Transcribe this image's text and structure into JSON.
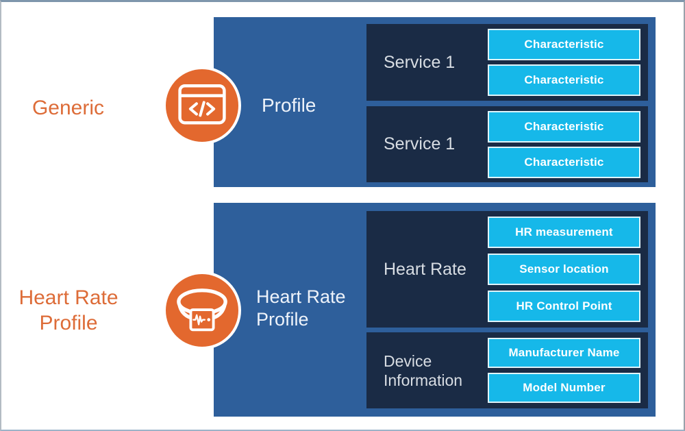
{
  "colors": {
    "accent_orange": "#e3682e",
    "box_blue": "#2e5f9b",
    "panel_navy": "#1a2b45",
    "characteristic_cyan": "#16b8e9",
    "side_label_orange": "#dd6c38"
  },
  "generic_row": {
    "side_label": "Generic",
    "icon": "code-window-icon",
    "box_label": "Profile",
    "services": [
      {
        "label": "Service 1",
        "characteristics": [
          "Characteristic",
          "Characteristic"
        ]
      },
      {
        "label": "Service 1",
        "characteristics": [
          "Characteristic",
          "Characteristic"
        ]
      }
    ]
  },
  "heart_rate_row": {
    "side_label": "Heart Rate\nProfile",
    "icon": "heart-rate-band-icon",
    "box_label": "Heart Rate\nProfile",
    "services": [
      {
        "label": "Heart Rate",
        "characteristics": [
          "HR measurement",
          "Sensor location",
          "HR Control Point"
        ]
      },
      {
        "label": "Device\nInformation",
        "characteristics": [
          "Manufacturer Name",
          "Model Number"
        ]
      }
    ]
  }
}
